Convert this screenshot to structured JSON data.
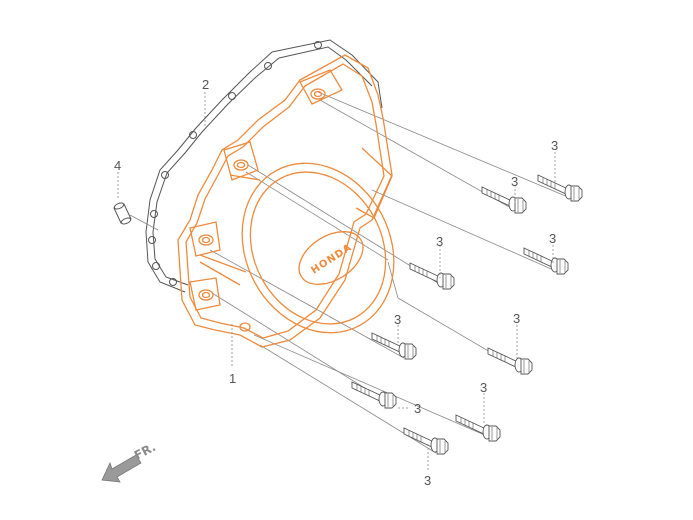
{
  "diagram": {
    "brand_text": "HONDA",
    "direction_label": "FR.",
    "colors": {
      "cover": "#f08a3c",
      "line": "#555555",
      "leader": "#8a8a8a",
      "gasket": "#555555",
      "arrow": "#9a9a9a"
    },
    "parts": [
      {
        "ref": "1",
        "name": "cover"
      },
      {
        "ref": "2",
        "name": "gasket"
      },
      {
        "ref": "3",
        "name": "bolt"
      },
      {
        "ref": "4",
        "name": "dowel-pin"
      }
    ],
    "callouts": {
      "cover": "1",
      "gasket": "2",
      "bolt_1": "3",
      "bolt_2": "3",
      "bolt_3": "3",
      "bolt_4": "3",
      "bolt_5": "3",
      "bolt_6": "3",
      "bolt_7": "3",
      "bolt_8": "3",
      "bolt_9": "3",
      "dowel": "4"
    }
  }
}
